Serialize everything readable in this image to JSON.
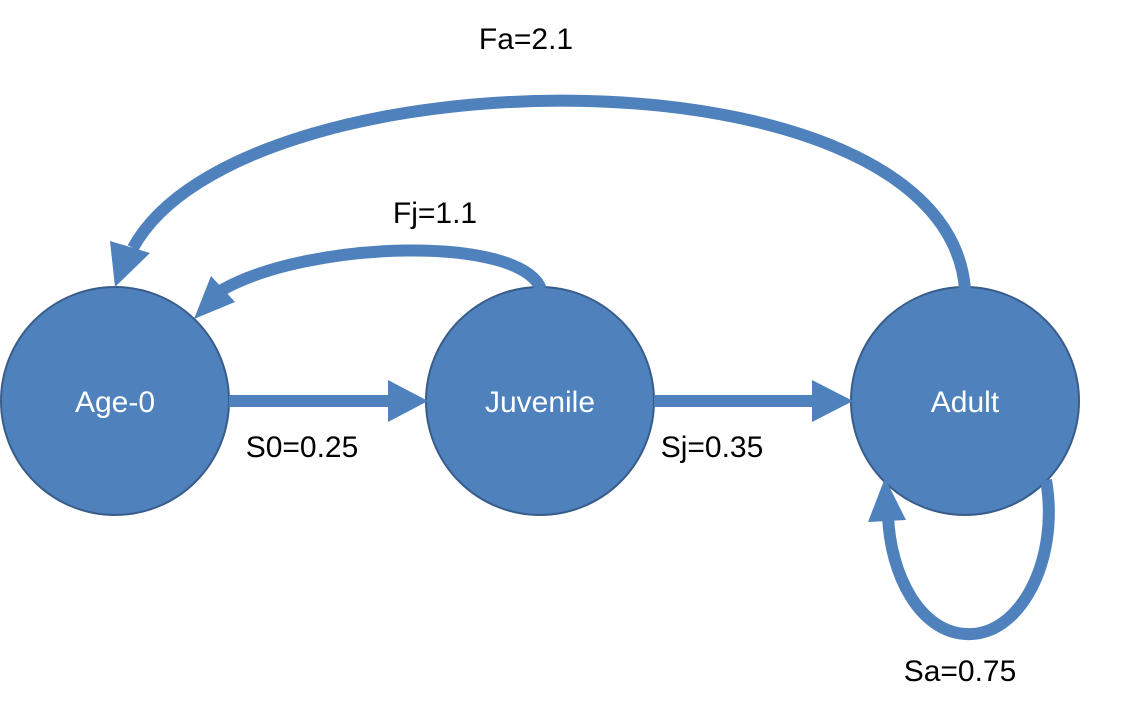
{
  "colors": {
    "node_fill": "#4f81bd",
    "node_stroke": "#385d8a",
    "arrow": "#4f81bd",
    "label_text": "#000000",
    "node_text": "#ffffff"
  },
  "nodes": {
    "age0": {
      "label": "Age-0"
    },
    "juvenile": {
      "label": "Juvenile"
    },
    "adult": {
      "label": "Adult"
    }
  },
  "edges": {
    "s0": {
      "label": "S0=0.25"
    },
    "sj": {
      "label": "Sj=0.35"
    },
    "sa": {
      "label": "Sa=0.75"
    },
    "fj": {
      "label": "Fj=1.1"
    },
    "fa": {
      "label": "Fa=2.1"
    }
  }
}
